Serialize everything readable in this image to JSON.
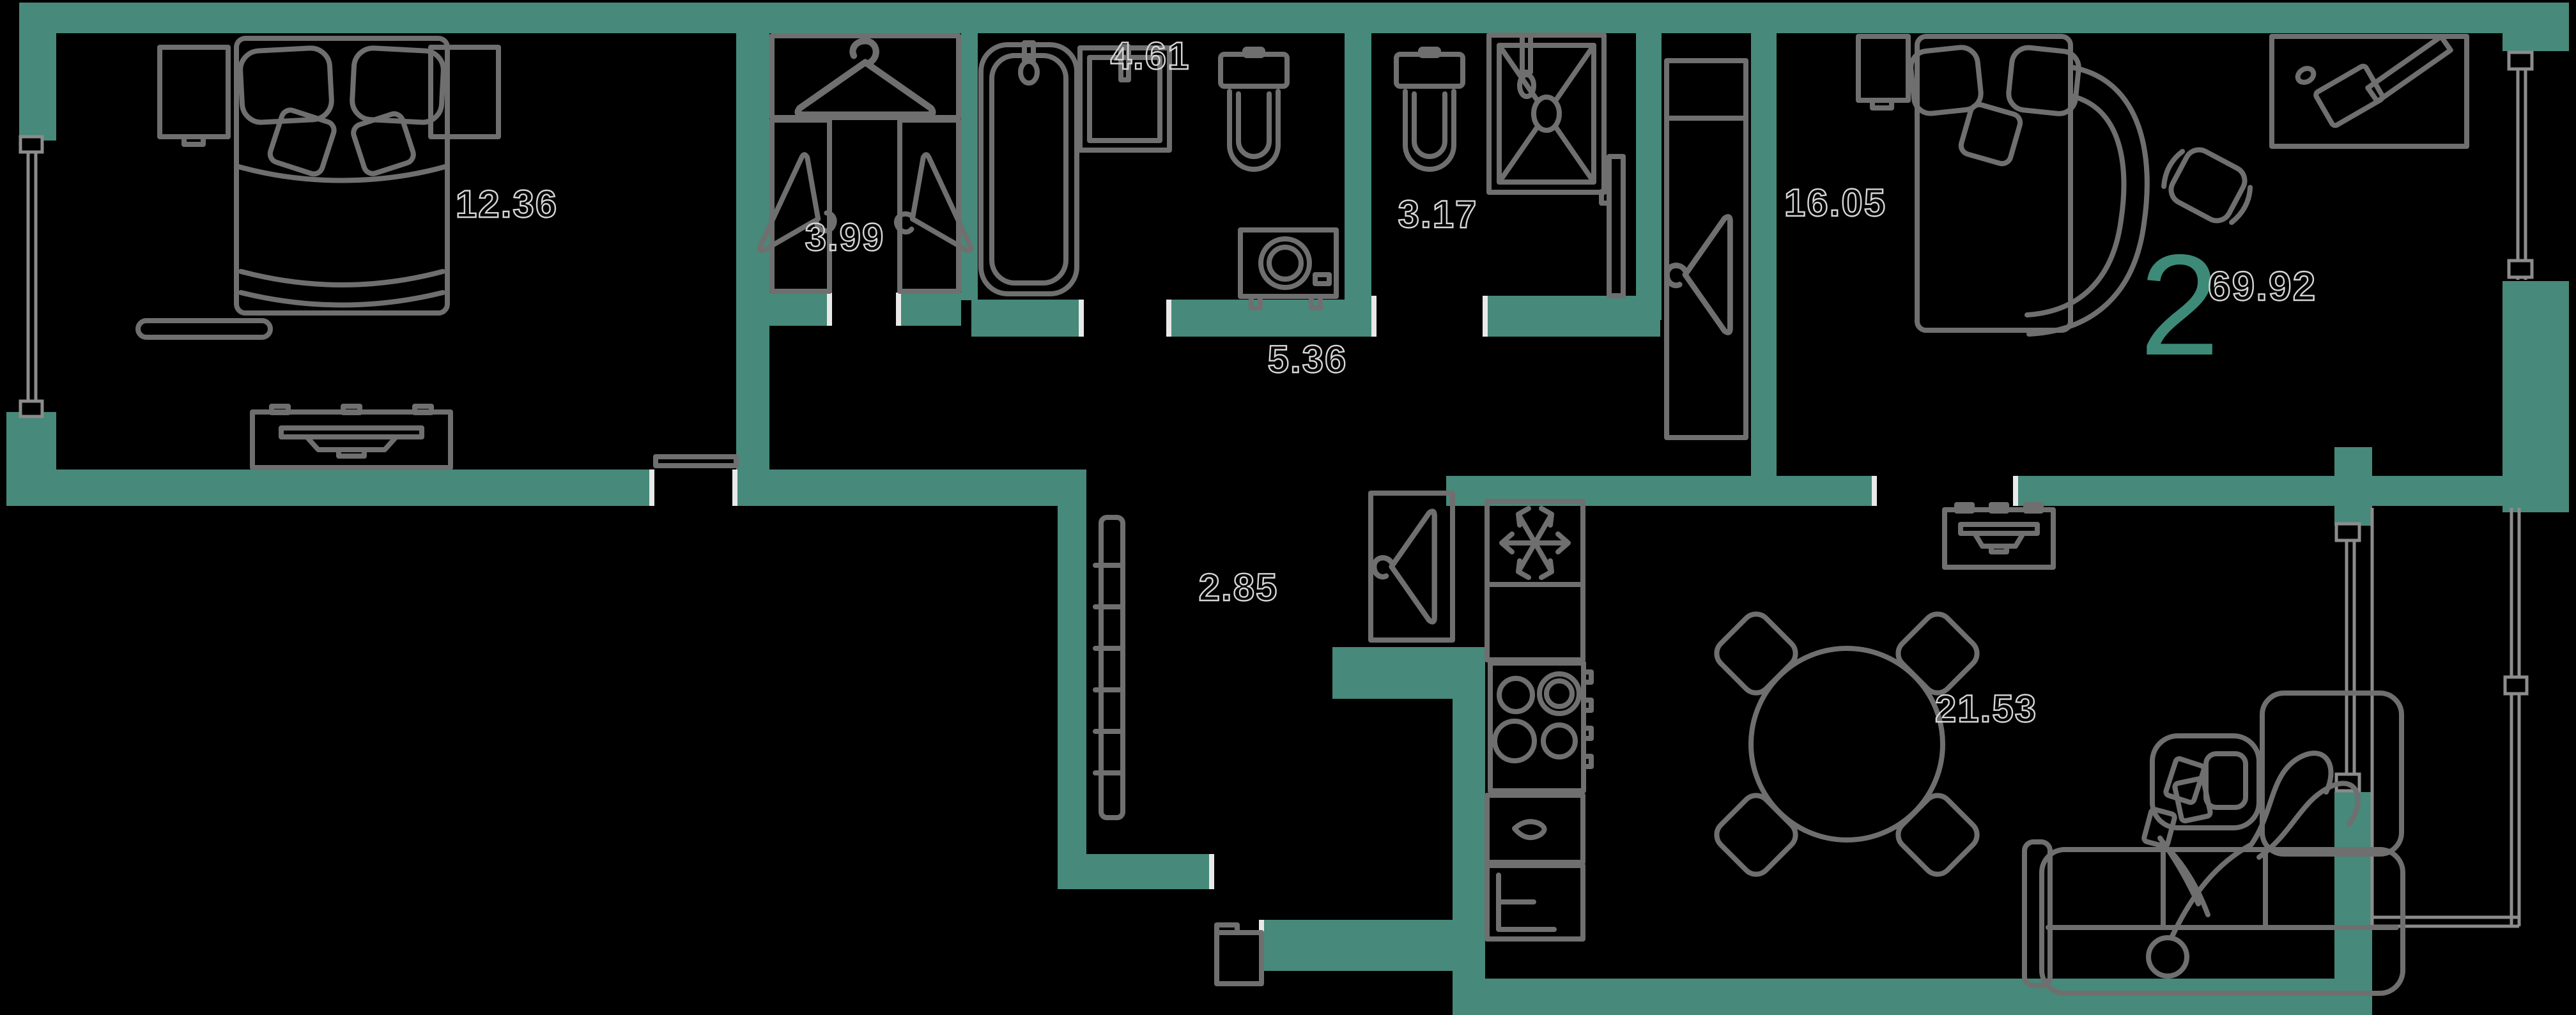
{
  "unit": {
    "rooms_count": "2",
    "total_area": "69.92"
  },
  "rooms": [
    {
      "key": "bedroom-1",
      "area": "12.36"
    },
    {
      "key": "wardrobe",
      "area": "3.99"
    },
    {
      "key": "bathroom",
      "area": "4.61"
    },
    {
      "key": "wc",
      "area": "3.17"
    },
    {
      "key": "hallway",
      "area": "5.36"
    },
    {
      "key": "bedroom-2",
      "area": "16.05"
    },
    {
      "key": "corridor",
      "area": "2.85"
    },
    {
      "key": "kitchen-living",
      "area": "21.53"
    }
  ],
  "colors": {
    "background": "#000000",
    "wall": "#47897A",
    "furniture": "#6F6F6F",
    "glass": "#8C8C8C",
    "label": "#D6D6D6",
    "accent": "#3E8A78",
    "jamb": "#E9E9E9"
  }
}
